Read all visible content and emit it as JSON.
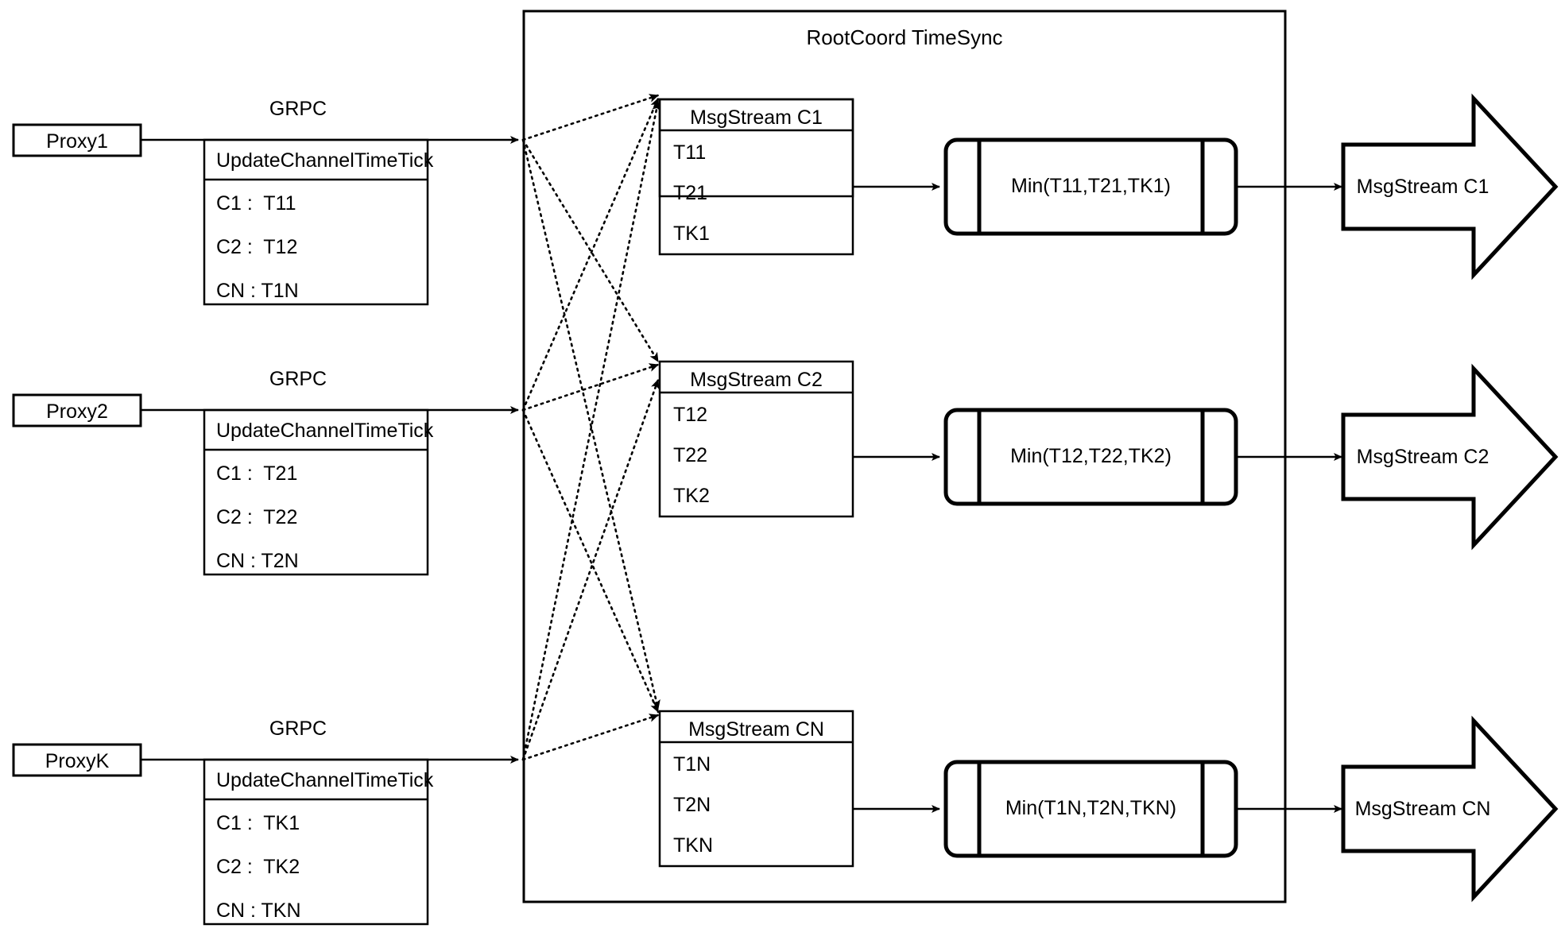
{
  "diagram": {
    "title": "RootCoord TimeSync",
    "background": "#ffffff",
    "stroke": "#000000"
  },
  "rows": [
    {
      "proxy_label": "Proxy1",
      "link_label": "GRPC",
      "request_title": "UpdateChannelTimeTick",
      "request_items": [
        "C1 :  T11",
        "C2 :  T12",
        "CN : T1N"
      ],
      "stream_title": "MsgStream C1",
      "stream_items": [
        "T11",
        "T21",
        "TK1"
      ],
      "min_label": "Min(T11,T21,TK1)",
      "output_label": "MsgStream C1"
    },
    {
      "proxy_label": "Proxy2",
      "link_label": "GRPC",
      "request_title": "UpdateChannelTimeTick",
      "request_items": [
        "C1 :  T21",
        "C2 :  T22",
        "CN : T2N"
      ],
      "stream_title": "MsgStream C2",
      "stream_items": [
        "T12",
        "T22",
        "TK2"
      ],
      "min_label": "Min(T12,T22,TK2)",
      "output_label": "MsgStream C2"
    },
    {
      "proxy_label": "ProxyK",
      "link_label": "GRPC",
      "request_title": "UpdateChannelTimeTick",
      "request_items": [
        "C1 :  TK1",
        "C2 :  TK2",
        "CN : TKN"
      ],
      "stream_title": "MsgStream CN",
      "stream_items": [
        "T1N",
        "T2N",
        "TKN"
      ],
      "min_label": "Min(T1N,T2N,TKN)",
      "output_label": "MsgStream CN"
    }
  ]
}
